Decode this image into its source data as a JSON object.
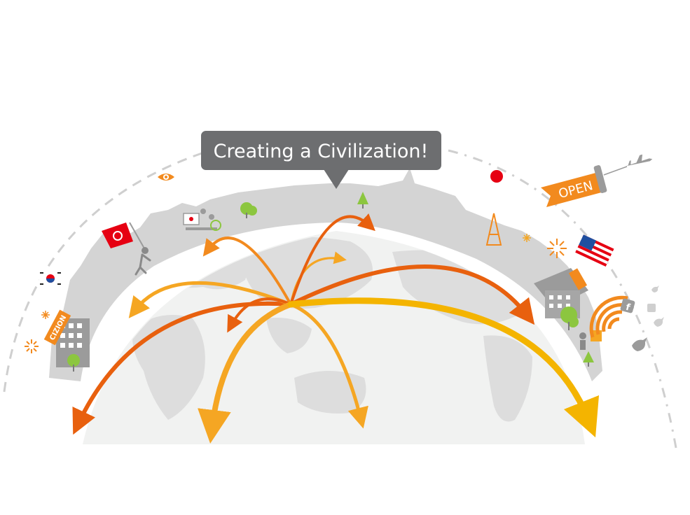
{
  "callout": {
    "text": "Creating a Civilization!"
  },
  "banner": {
    "text": "OPEN"
  },
  "building_sign": {
    "text": "CIZION"
  },
  "colors": {
    "orange_dark": "#e8600e",
    "orange": "#f28a1e",
    "amber": "#f5a623",
    "gold": "#f4b400",
    "red": "#e60012",
    "callout_bg": "#6d6e70",
    "skyline": "#cfcfcf",
    "globe": "#f1f2f1",
    "land": "#dcdcdc",
    "tree_green": "#8cc63f"
  },
  "icons": [
    "eye-icon",
    "korea-flag-icon",
    "turkey-flag-icon",
    "japan-sun-icon",
    "usa-flag-icon",
    "airplane-icon",
    "wifi-signal-icon",
    "twitter-bird-icon",
    "facebook-icon",
    "firework-icon",
    "tree-icon"
  ]
}
